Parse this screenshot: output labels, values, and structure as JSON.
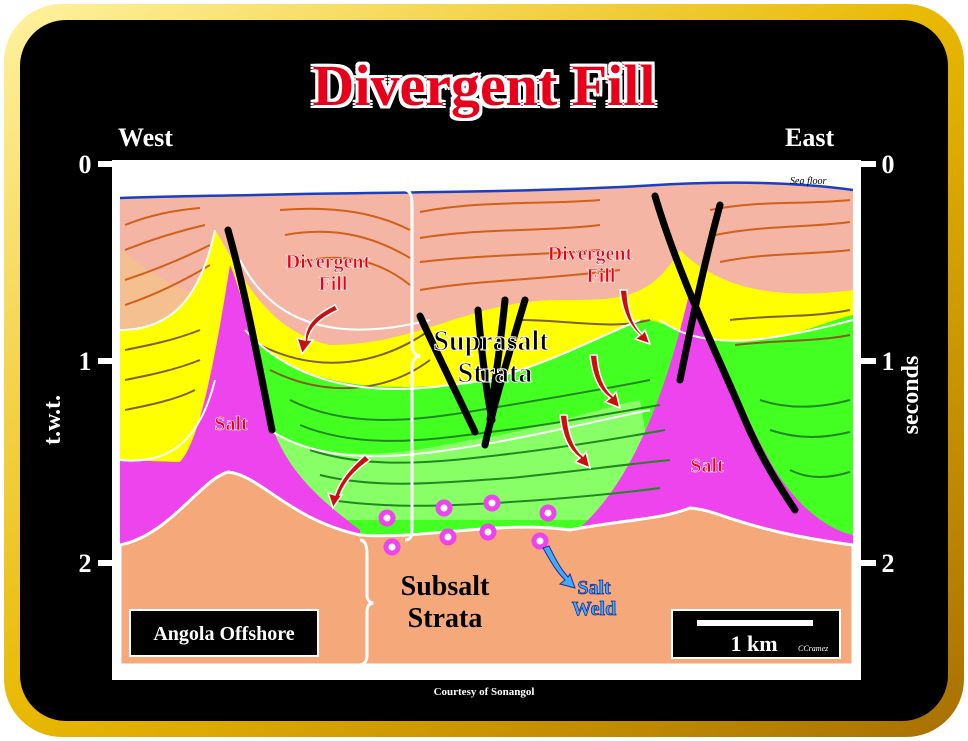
{
  "title": "Divergent Fill",
  "west_label": "West",
  "east_label": "East",
  "left_axis_label": "t.w.t.",
  "right_axis_label": "seconds",
  "axis_ticks": [
    "0",
    "1",
    "2"
  ],
  "sea_floor": "Sea floor",
  "divergent_fill_left": [
    "Divergent",
    "Fill"
  ],
  "divergent_fill_right": [
    "Divergent",
    "Fill"
  ],
  "salt_left": "Salt",
  "salt_right": "Salt",
  "suprasalt": [
    "Suprasalt",
    "Strata"
  ],
  "subsalt": [
    "Subsalt",
    "Strata"
  ],
  "salt_weld": [
    "Salt",
    "Weld"
  ],
  "location": "Angola Offshore",
  "scale_label": "1 km",
  "author": "CCramez",
  "credit": "Courtesy of Sonangol",
  "colors": {
    "title_red": "#e8001a",
    "frame_gold": "#e8c000",
    "salt": "#ee44ee",
    "yellow_strata": "#ffff00",
    "green_strata": "#44ff22",
    "subsalt": "#f5a87a",
    "upper_pink": "#f4b5a5",
    "fault": "#000000",
    "weld_blue": "#44aaff"
  }
}
